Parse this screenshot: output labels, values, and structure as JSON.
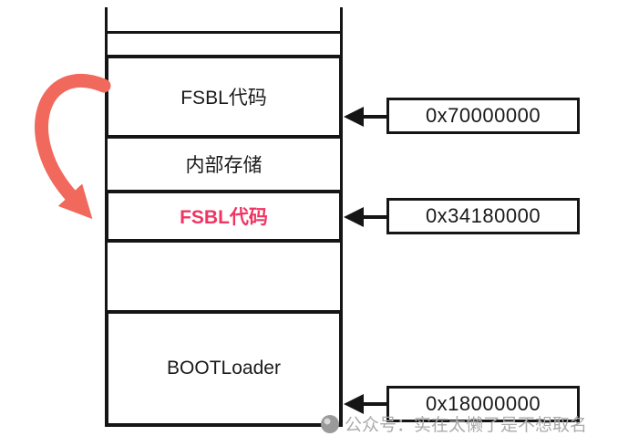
{
  "blocks": [
    {
      "label": "FSBL代码"
    },
    {
      "label": "内部存储"
    },
    {
      "label": "FSBL代码"
    },
    {
      "label": "BOOTLoader"
    }
  ],
  "addresses": [
    {
      "value": "0x70000000"
    },
    {
      "value": "0x34180000"
    },
    {
      "value": "0x18000000"
    }
  ],
  "colors": {
    "block_border": "#151515",
    "fsbl_copy_text": "#f03562",
    "copy_arrow": "#f0695c",
    "watermark_text": "#ababab"
  },
  "watermark": {
    "text": "公众号：实在太懒了是不想取名"
  }
}
